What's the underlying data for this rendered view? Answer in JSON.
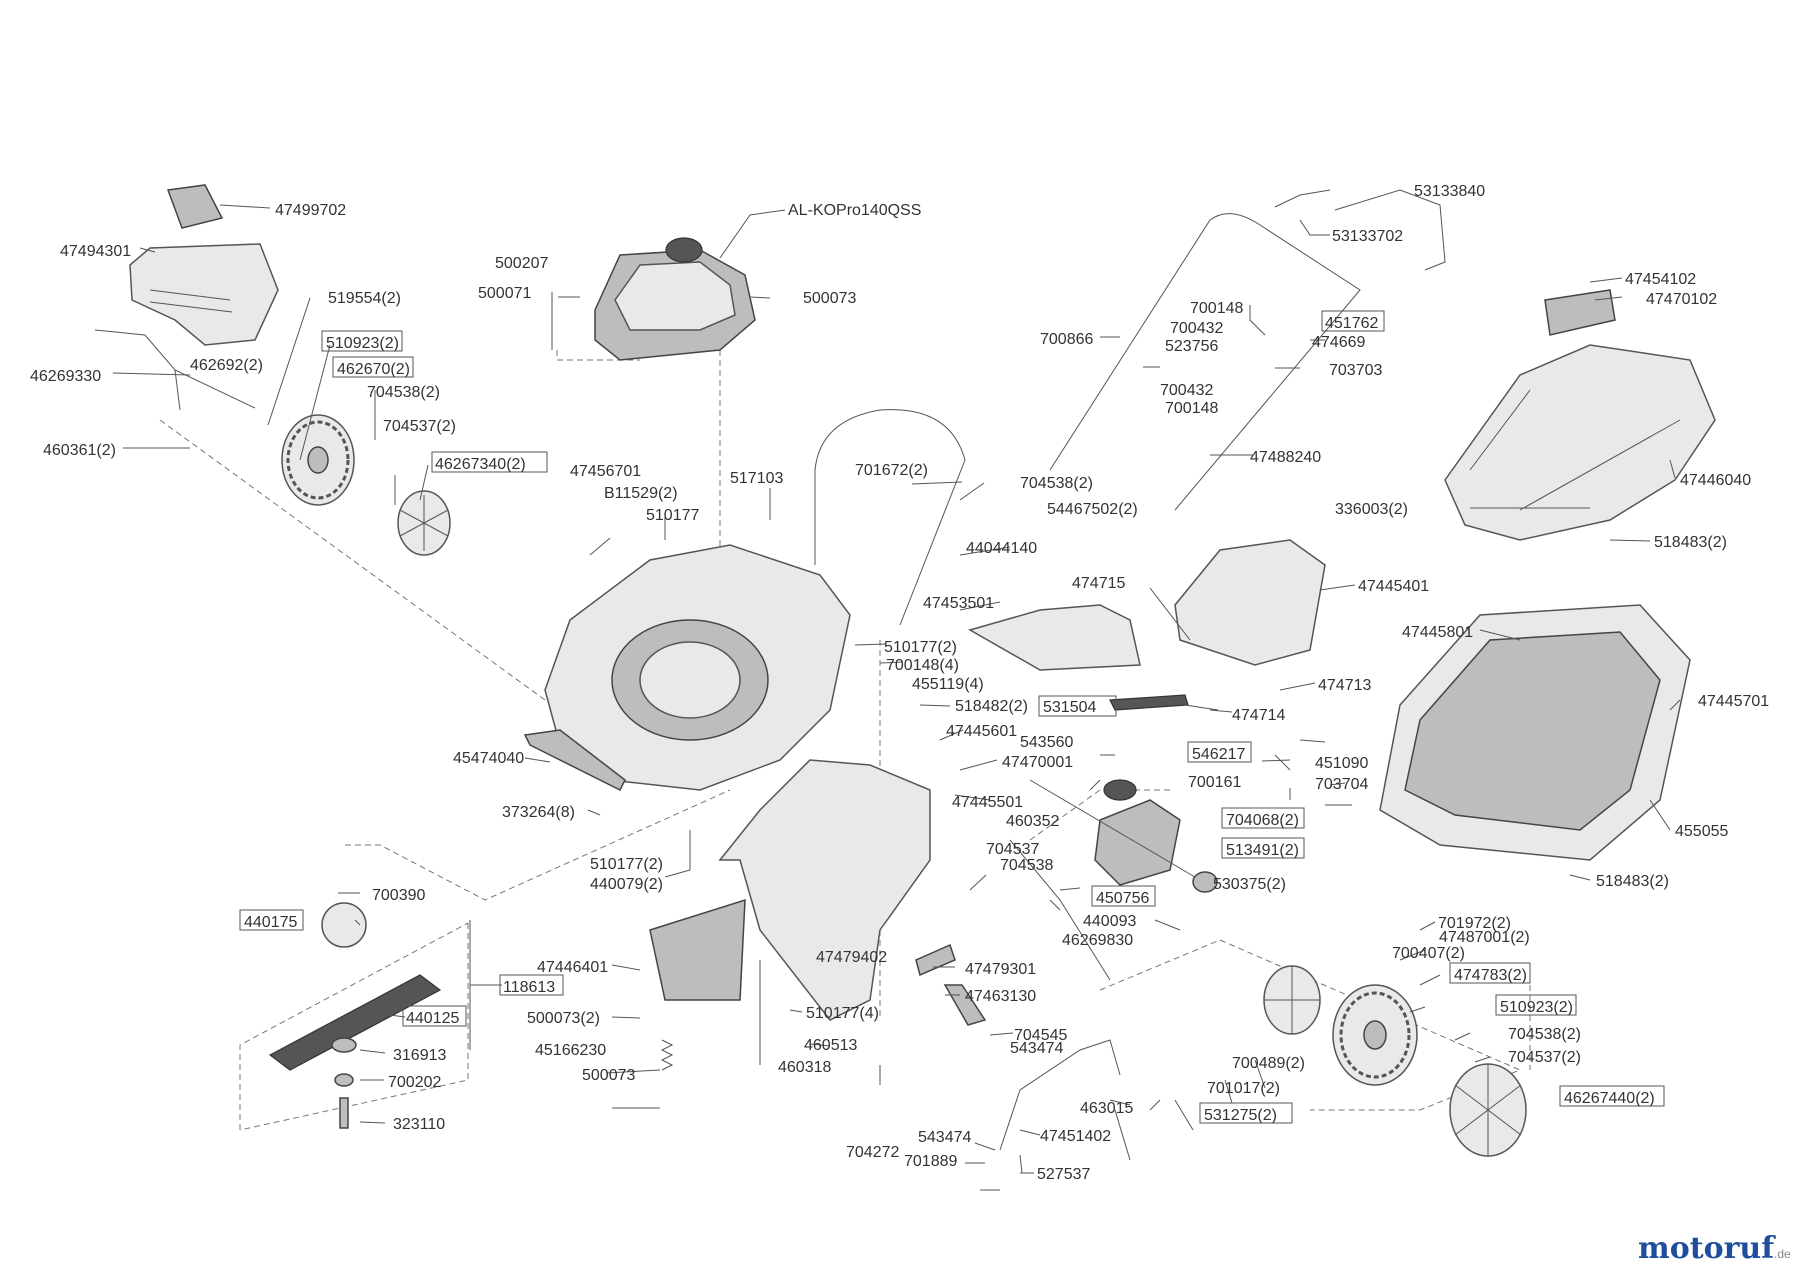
{
  "watermark": {
    "brand": "motoruf",
    "tld": ".de",
    "colors": [
      "#1f4e9c",
      "#e23b2e",
      "#f2a30f"
    ]
  },
  "engine_model": "AL-KOPro140QSS",
  "labels": [
    "47499702",
    "47494301",
    "519554(2)",
    "510923(2)",
    "462692(2)",
    "462670(2)",
    "46269330",
    "704538(2)",
    "460361(2)",
    "704537(2)",
    "46267340(2)",
    "500207",
    "500071",
    "500073",
    "517103",
    "47456701",
    "B11529(2)",
    "510177",
    "701672(2)",
    "704538(2)",
    "54467502(2)",
    "44044140",
    "47453501",
    "510177(2)",
    "700148(4)",
    "455119(4)",
    "518482(2)",
    "47445601",
    "543560",
    "47470001",
    "45474040",
    "47445501",
    "373264(8)",
    "510177(2)",
    "440079(2)",
    "704537",
    "704538",
    "700390",
    "440175",
    "118613",
    "47446401",
    "47479402",
    "47479301",
    "47463130",
    "440125",
    "500073(2)",
    "510177(4)",
    "704545",
    "45166230",
    "460513",
    "316913",
    "500073",
    "460318",
    "700202",
    "323110",
    "53133840",
    "53133702",
    "700148",
    "700432",
    "451762",
    "700866",
    "523756",
    "474669",
    "703703",
    "700432",
    "700148",
    "47488240",
    "474715",
    "47445401",
    "531504",
    "474714",
    "474713",
    "546217",
    "700161",
    "460352",
    "704068(2)",
    "513491(2)",
    "450756",
    "530375(2)",
    "440093",
    "46269830",
    "451090",
    "703704",
    "47454102",
    "47470102",
    "47446040",
    "336003(2)",
    "518483(2)",
    "47445801",
    "47445701",
    "455055",
    "518483(2)",
    "701972(2)",
    "47487001(2)",
    "700407(2)",
    "474783(2)",
    "510923(2)",
    "704538(2)",
    "704537(2)",
    "46267440(2)",
    "700489(2)",
    "701017(2)",
    "531275(2)",
    "463015",
    "543474",
    "543474",
    "704272",
    "701889",
    "47451402",
    "527537"
  ]
}
